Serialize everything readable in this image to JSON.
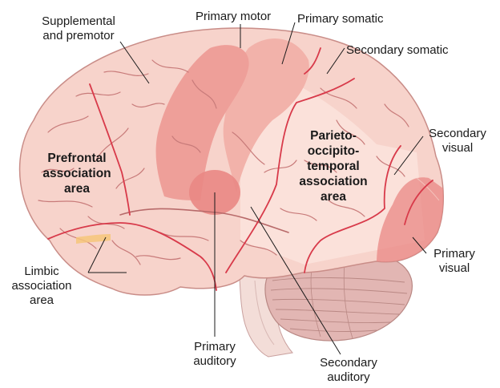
{
  "labels": {
    "supplemental": [
      "Supplemental",
      "and premotor"
    ],
    "primary_motor": "Primary motor",
    "primary_somatic": "Primary somatic",
    "secondary_somatic": "Secondary somatic",
    "secondary_visual": [
      "Secondary",
      "visual"
    ],
    "primary_visual": [
      "Primary",
      "visual"
    ],
    "prefrontal": [
      "Prefrontal",
      "association",
      "area"
    ],
    "parieto": [
      "Parieto-",
      "occipito-",
      "temporal",
      "association",
      "area"
    ],
    "limbic": [
      "Limbic",
      "association",
      "area"
    ],
    "primary_auditory": [
      "Primary",
      "auditory"
    ],
    "secondary_auditory": [
      "Secondary",
      "auditory"
    ]
  },
  "colors": {
    "cortex": "#f7d3cb",
    "cortex_light": "#fbe1da",
    "motor_strip": "#ee9f99",
    "somatic_strip": "#f2b2aa",
    "primary_zone": "#e98784",
    "boundary": "#d83a4a",
    "sulcus": "#c87b7a",
    "cerebellum": "#e2b6b3",
    "leader": "#1a1a1a"
  }
}
